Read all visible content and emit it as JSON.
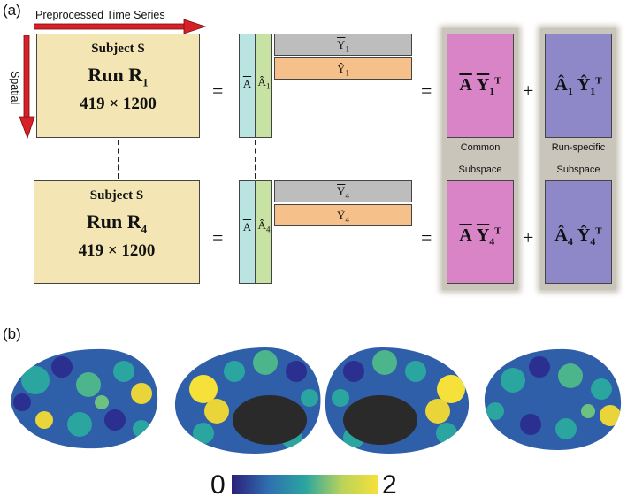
{
  "panel_a": {
    "label": "(a)",
    "time_axis_label": "Preprocessed Time Series",
    "spatial_axis_label": "Spatial",
    "subjects": [
      {
        "name": "Subject S",
        "run": "Run R",
        "run_sub": "1",
        "dim": "419 × 1200"
      },
      {
        "name": "Subject S",
        "run": "Run R",
        "run_sub": "4",
        "dim": "419 × 1200"
      }
    ],
    "equals": "=",
    "plus": "+",
    "a_bar": "A",
    "a_hat": "A",
    "a_hat_subs": [
      "1",
      "4"
    ],
    "y_bar": "Y",
    "y_hat": "Y",
    "y_subs": [
      "1",
      "4"
    ],
    "product_sup": "T",
    "common_label_top": "Common",
    "common_label_bottom": "Subspace",
    "specific_label_top": "Run-specific",
    "specific_label_bottom": "Subspace"
  },
  "panel_b": {
    "label": "(b)",
    "colorbar": {
      "min": "0",
      "max": "2"
    },
    "colors": {
      "dark_blue": "#2b2f8f",
      "teal": "#2aa5a0",
      "yellow": "#f6e13a",
      "medial_wall": "#2a2a2a"
    }
  }
}
